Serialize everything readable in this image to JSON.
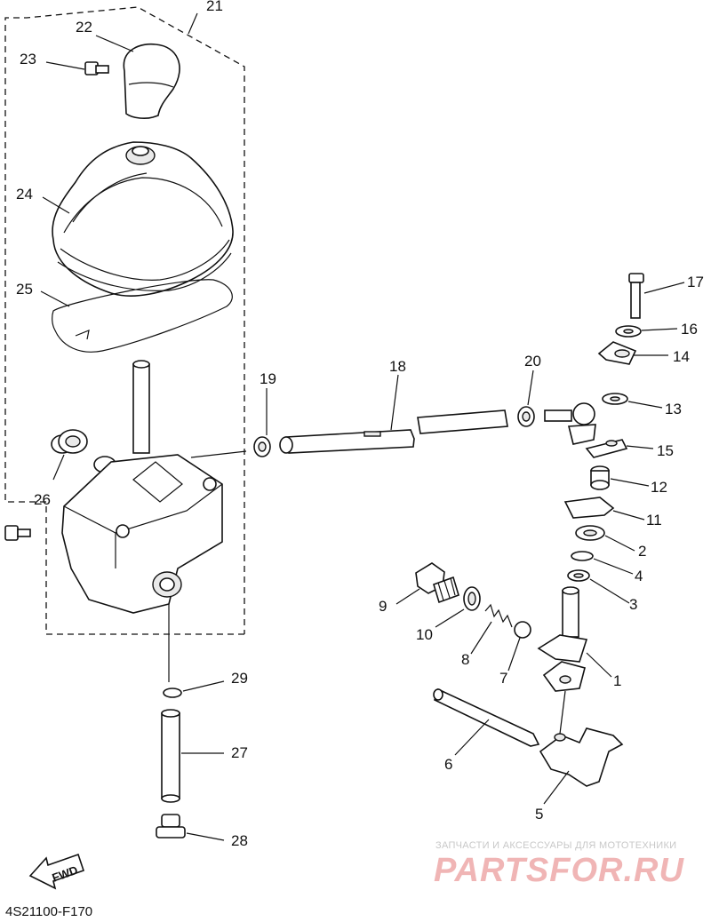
{
  "diagram_code": "4S21100-F170",
  "fwd_label": "FWD",
  "watermark": {
    "top": "ЗАПЧАСТИ И АКСЕССУАРЫ ДЛЯ МОТОТЕХНИКИ",
    "brand": "PARTSFOR.RU"
  },
  "callouts": {
    "c1": "1",
    "c2": "2",
    "c3": "3",
    "c4": "4",
    "c5": "5",
    "c6": "6",
    "c7": "7",
    "c8": "8",
    "c9": "9",
    "c10": "10",
    "c11": "11",
    "c12": "12",
    "c13": "13",
    "c14": "14",
    "c15": "15",
    "c16": "16",
    "c17": "17",
    "c18": "18",
    "c19": "19",
    "c20": "20",
    "c21": "21",
    "c22": "22",
    "c23": "23",
    "c24": "24",
    "c25": "25",
    "c26": "26",
    "c27": "27",
    "c28": "28",
    "c29": "29"
  },
  "colors": {
    "line": "#111111",
    "watermark_brand": "#f0b5b5",
    "watermark_top": "#c8c8c8"
  }
}
